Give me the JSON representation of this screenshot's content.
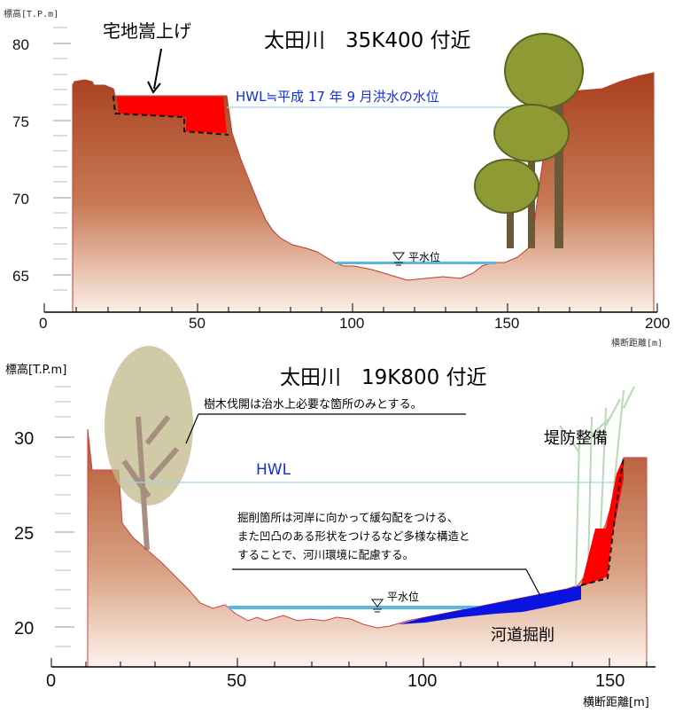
{
  "panel_top": {
    "title": "太田川　35K400 付近",
    "y_axis_label": "標高[T.P.m]",
    "x_axis_label": "横断距離[m]",
    "y_ticks": [
      "80",
      "75",
      "70",
      "65"
    ],
    "x_ticks": [
      "0",
      "50",
      "100",
      "150",
      "200"
    ],
    "annotation_raise": "宅地嵩上げ",
    "hwl_label": "HWL≒平成 17 年 9 月洪水の水位",
    "water_level_label": "平水位",
    "colors": {
      "ground": "#b24a2a",
      "raise_fill": "#ff0000",
      "hwl_line": "#9fd4ea",
      "water": "#5ab7e0",
      "hwl_text": "#1030e0"
    }
  },
  "panel_bottom": {
    "title": "太田川　19K800 付近",
    "y_axis_label": "標高[T.P.m]",
    "x_axis_label": "横断距離[m]",
    "y_ticks": [
      "30",
      "25",
      "20"
    ],
    "x_ticks": [
      "0",
      "50",
      "100",
      "150"
    ],
    "hwl_label": "HWL",
    "water_level_label": "平水位",
    "note_trees": "樹木伐開は治水上必要な箇所のみとする。",
    "note_excavation_lines": [
      "掘削箇所は河岸に向かって緩勾配をつける、",
      "また凹凸のある形状をつけるなど多様な構造と",
      "することで、河川環境に配慮する。"
    ],
    "label_levee": "堤防整備",
    "label_excavation": "河道掘削",
    "colors": {
      "ground": "#b24a2a",
      "levee_fill": "#ff0000",
      "excavation_fill": "#0a14e0",
      "hwl_line": "#9fd4ea",
      "water": "#5ab7e0"
    }
  }
}
